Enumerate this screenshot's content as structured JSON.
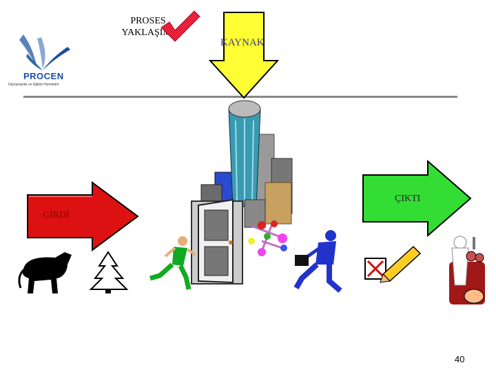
{
  "slide": {
    "title_line1": "PROSES",
    "title_line2": "YAKLAŞIMI",
    "kaynak_label": "KAYNAK",
    "girdi_label": "GİRDİ",
    "cikti_label": "ÇIKTI",
    "page_number": "40"
  },
  "logo": {
    "name": "PROCEN",
    "subtitle": "Danışmanlık ve Eğitim Hizmetleri"
  },
  "colors": {
    "kaynak_arrow": "#ffff33",
    "girdi_arrow": "#dd1111",
    "cikti_arrow": "#33dd33",
    "check_mark": "#e8203c",
    "logo_blue": "#1a4fa0"
  }
}
